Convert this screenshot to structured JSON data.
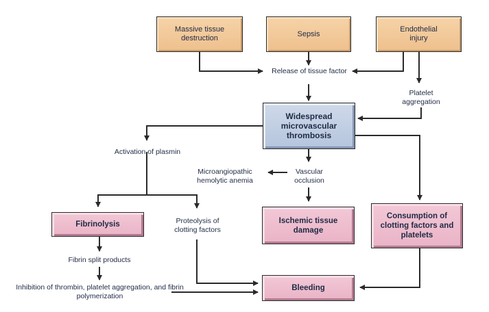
{
  "diagram": {
    "causes": {
      "massive_tissue": "Massive tissue destruction",
      "sepsis": "Sepsis",
      "endothelial": "Endothelial injury"
    },
    "labels": {
      "release": "Release of tissue factor",
      "platelet_agg": "Platelet aggregation",
      "activation_plasmin": "Activation of plasmin",
      "mah_anemia": "Microangiopathic hemolytic anemia",
      "vascular_occlusion": "Vascular occlusion",
      "proteolysis": "Proteolysis of clotting factors",
      "fibrin_split": "Fibrin split products",
      "inhibition": "Inhibition of thrombin, platelet aggregation, and fibrin polymerization"
    },
    "center": "Widespread microvascular thrombosis",
    "outcomes": {
      "fibrinolysis": "Fibrinolysis",
      "ischemic": "Ischemic tissue damage",
      "consumption": "Consumption of clotting factors and platelets",
      "bleeding": "Bleeding"
    },
    "colors": {
      "cause_fill": "#f0c595",
      "center_fill": "#c2cfe3",
      "outcome_fill": "#eebccd",
      "line": "#2a2a2a",
      "text": "#1f2a44"
    }
  }
}
